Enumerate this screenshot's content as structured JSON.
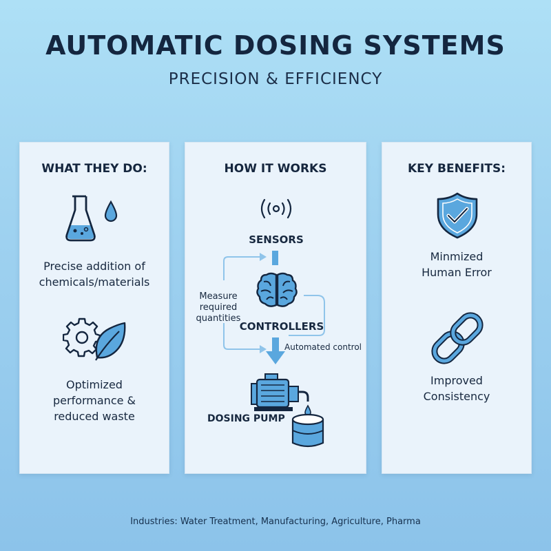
{
  "header": {
    "title": "AUTOMATIC DOSING SYSTEMS",
    "subtitle": "PRECISION & EFFICIENCY"
  },
  "what_they_do": {
    "title": "WHAT THEY DO:",
    "item1": {
      "icon": "flask-droplet-icon",
      "lines": [
        "Precise addition of",
        "chemicals/materials"
      ]
    },
    "item2": {
      "icon": "gear-leaf-icon",
      "lines": [
        "Optimized",
        "performance &",
        "reduced waste"
      ]
    }
  },
  "how_it_works": {
    "title": "HOW IT WORKS",
    "sensors_icon": "signal-icon",
    "sensors": "SENSORS",
    "controllers_icon": "brain-icon",
    "controllers": "CONTROLLERS",
    "pump_icon": "pump-tank-icon",
    "pump": "DOSING PUMP",
    "measure_lines": [
      "Measure",
      "required",
      "quantities"
    ],
    "automated": "Automated control"
  },
  "key_benefits": {
    "title": "KEY BENEFITS:",
    "item1": {
      "icon": "shield-check-icon",
      "lines": [
        "Minmized",
        "Human Error"
      ]
    },
    "item2": {
      "icon": "chain-link-icon",
      "lines": [
        "Improved",
        "Consistency"
      ]
    }
  },
  "footer": "Industries: Water Treatment, Manufacturing, Agriculture, Pharma",
  "colors": {
    "accent": "#5aa7de",
    "line": "#8fc4ea",
    "dark": "#14263f"
  }
}
